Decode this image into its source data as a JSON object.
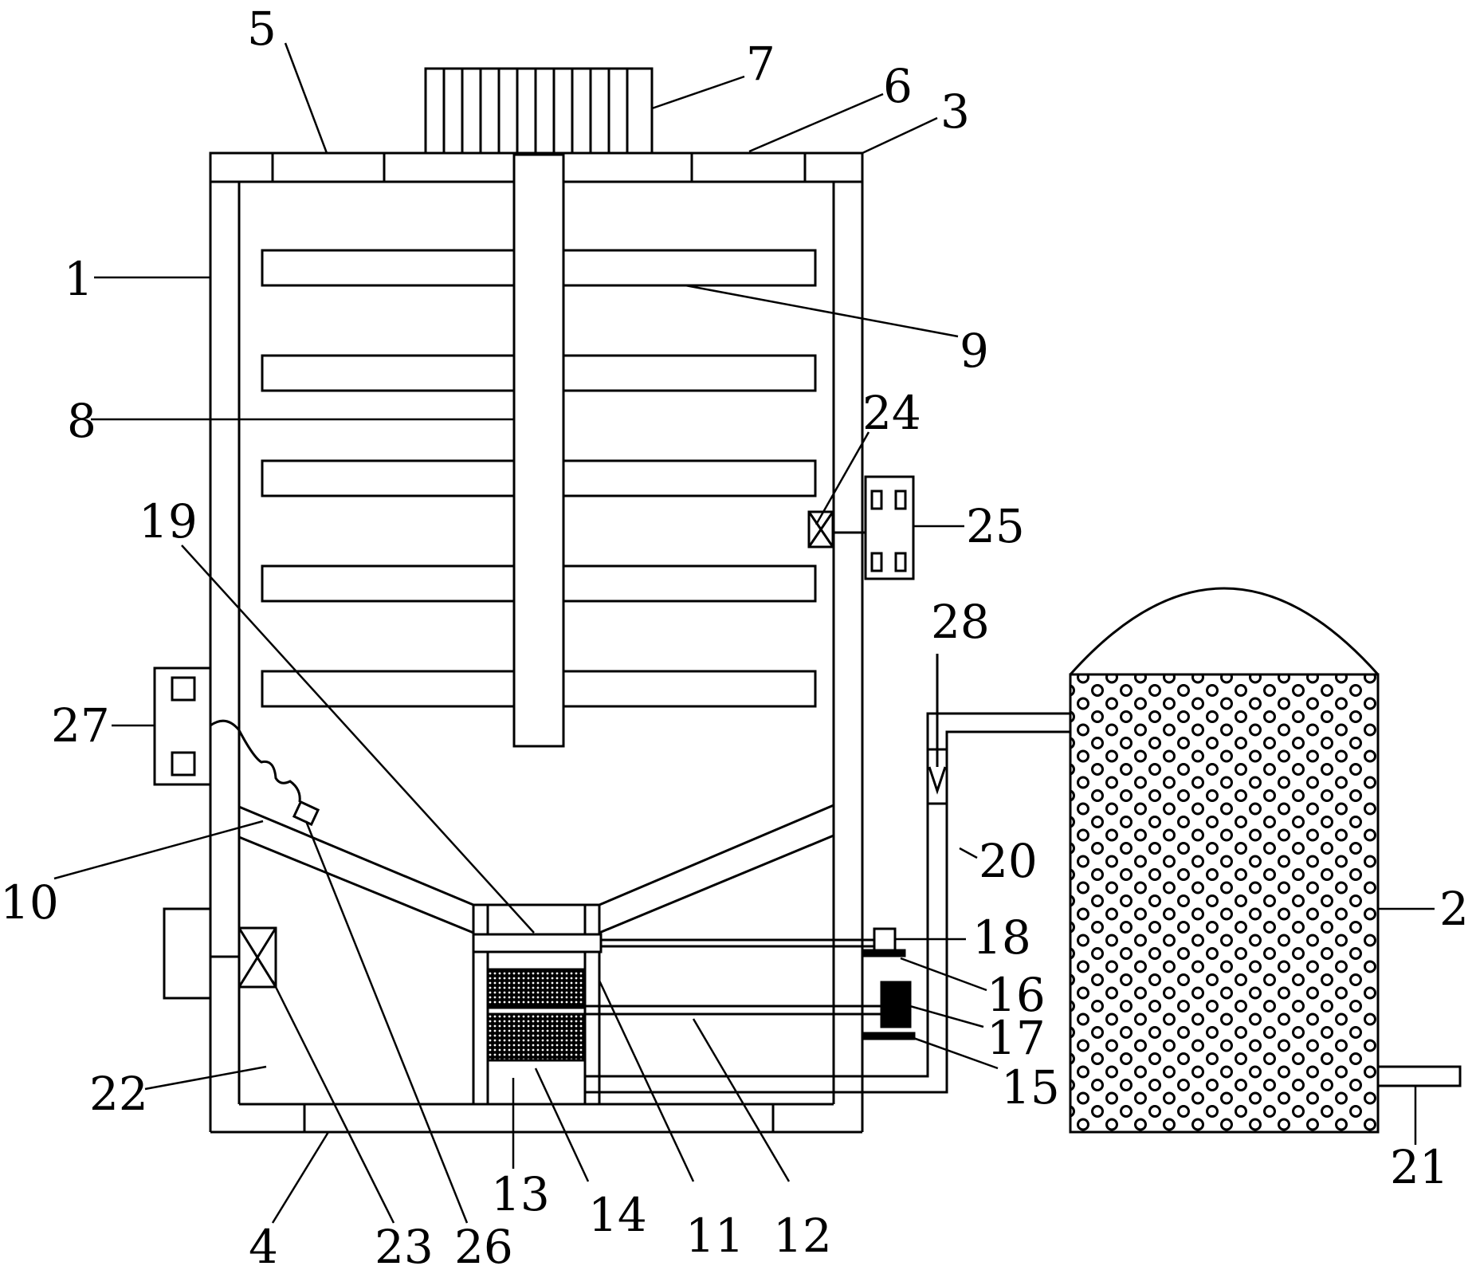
{
  "labels": {
    "l1": "1",
    "l2": "2",
    "l3": "3",
    "l4": "4",
    "l5": "5",
    "l6": "6",
    "l7": "7",
    "l8": "8",
    "l9": "9",
    "l10": "10",
    "l11": "11",
    "l12": "12",
    "l13": "13",
    "l14": "14",
    "l15": "15",
    "l16": "16",
    "l17": "17",
    "l18": "18",
    "l19": "19",
    "l20": "20",
    "l21": "21",
    "l22": "22",
    "l23": "23",
    "l24": "24",
    "l25": "25",
    "l26": "26",
    "l27": "27",
    "l28": "28"
  },
  "colors": {
    "line": "#000000",
    "background": "#ffffff"
  }
}
